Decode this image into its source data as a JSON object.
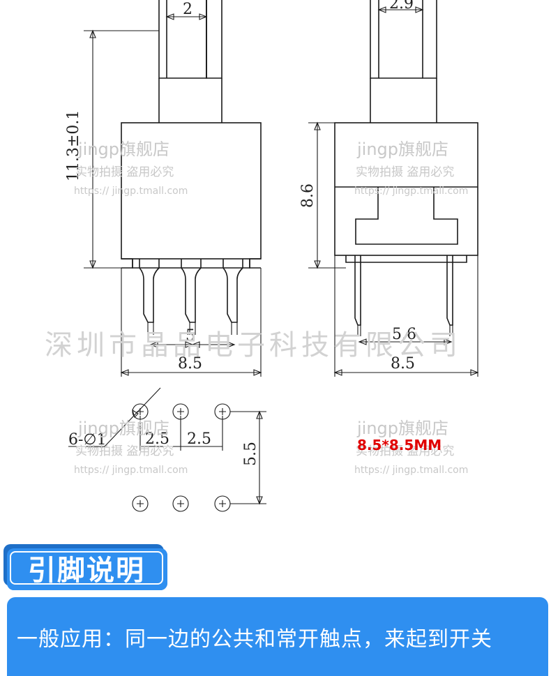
{
  "dimensions": {
    "left_top_width": "2",
    "right_top_width": "2.9",
    "left_height": "11.3±0.1",
    "right_height": "8.6",
    "left_pin_pitch": "5",
    "right_pin_pitch": "5.6",
    "left_body_width": "8.5",
    "right_body_width": "8.5",
    "hole_label": "6-∅1",
    "hole_pitch_1": "2.5",
    "hole_pitch_2": "2.5",
    "hole_row_spacing": "5.5"
  },
  "watermark": {
    "brand": "jingp旗舰店",
    "slogan": "实物拍摄 盗用必究",
    "url": "https:// jingp.tmall.com",
    "company": "深圳市晶品电子科技有限公司"
  },
  "size_note": "8.5*8.5MM",
  "section": {
    "title": "引脚说明",
    "description": "一般应用：同一边的公共和常开触点，来起到开关"
  }
}
